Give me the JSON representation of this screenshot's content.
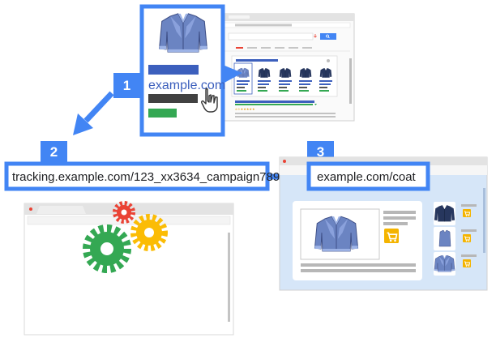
{
  "steps": [
    {
      "number": "1",
      "text": "example.com"
    },
    {
      "number": "2",
      "text": "tracking.example.com/123_xx3634_campaign789"
    },
    {
      "number": "3",
      "text": "example.com/coat"
    }
  ],
  "ad": {
    "rating": "4.9 ★★★★★"
  },
  "colors": {
    "accent_blue": "#4285f4",
    "jacket_blue": "#6b84c2",
    "gear_green": "#34a853",
    "gear_yellow": "#fbbc05",
    "gear_red": "#ea4335",
    "cart_orange": "#f4b400"
  }
}
